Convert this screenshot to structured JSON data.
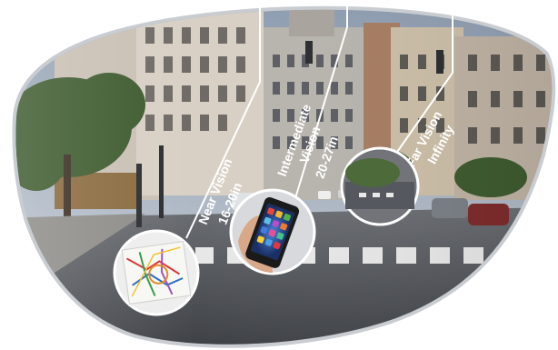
{
  "zones": [
    {
      "title": "Near Vision",
      "distance": "16-20in",
      "inset": "map"
    },
    {
      "title": "Intermediate Vision",
      "distance": "20-27in",
      "inset": "smartphone"
    },
    {
      "title": "Far Vision",
      "distance": "Infinity",
      "inset": "street-distance"
    }
  ],
  "colors": {
    "frame": "#c9ccd0",
    "sky": "#aab6c4",
    "road": "#55585e",
    "label_text": "#ffffff",
    "leader_line": "#ffffff",
    "tree": "#3d5a2e",
    "building_warm": "#b79a7c",
    "building_cool": "#9aa1a8"
  }
}
